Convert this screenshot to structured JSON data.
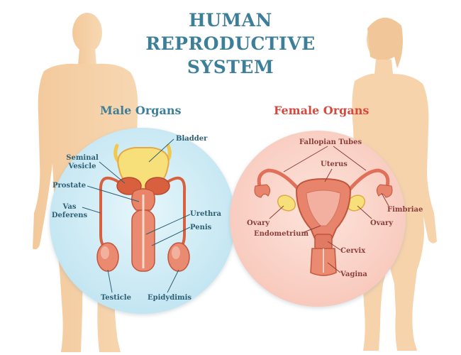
{
  "title": {
    "line1": "HUMAN",
    "line2": "REPRODUCTIVE",
    "line3": "SYSTEM"
  },
  "male": {
    "heading": "Male Organs",
    "labels": {
      "bladder": "Bladder",
      "seminal_vesicle_1": "Seminal",
      "seminal_vesicle_2": "Vesicle",
      "prostate": "Prostate",
      "vas_deferens_1": "Vas",
      "vas_deferens_2": "Deferens",
      "urethra": "Urethra",
      "penis": "Penis",
      "testicle": "Testicle",
      "epidydimis": "Epidydimis"
    }
  },
  "female": {
    "heading": "Female Organs",
    "labels": {
      "fallopian_tubes": "Fallopian Tubes",
      "uterus": "Uterus",
      "fimbriae": "Fimbriae",
      "ovary_left": "Ovary",
      "ovary_right": "Ovary",
      "endometrium": "Endometrium",
      "cervix": "Cervix",
      "vagina": "Vagina"
    }
  },
  "colors": {
    "title": "#3d7f98",
    "male_heading": "#3d7f98",
    "female_heading": "#d9483c",
    "silhouette": "#f5d0a4",
    "male_circle": "#d5eef6",
    "female_circle": "#fbd7cd",
    "organ_red": "#e0705a",
    "bladder_yellow": "#f7e07a"
  }
}
